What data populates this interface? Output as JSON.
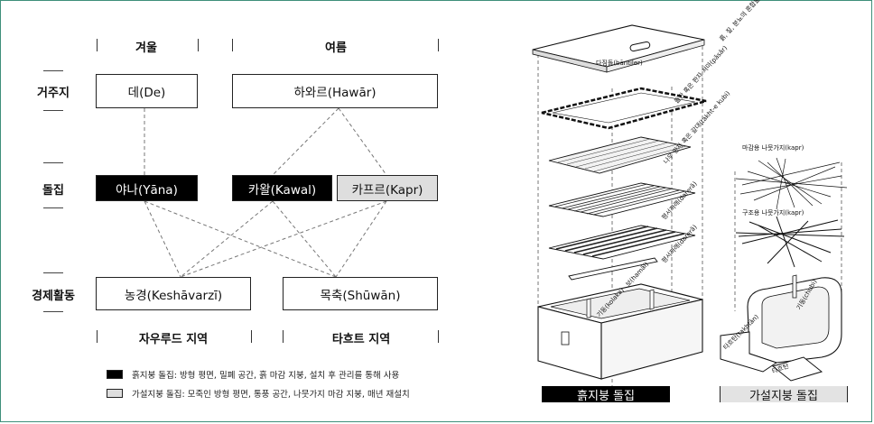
{
  "headers": {
    "winter": "겨울",
    "summer": "여름",
    "region_left": "자우루드 지역",
    "region_right": "타흐트 지역"
  },
  "rows": {
    "residence": "거주지",
    "dwelling": "돌집",
    "economy": "경제활동"
  },
  "boxes": {
    "de": "데(De)",
    "hawar": "하와르(Hawār)",
    "yana": "야나(Yāna)",
    "kawal": "카왈(Kawal)",
    "kapr": "카프르(Kapr)",
    "agriculture": "농경(Keshāvarzī)",
    "pastoral": "목축(Shūwān)"
  },
  "legend": {
    "earth_roof": "흙지붕 돌집: 방형 평면, 밀폐 공간, 흙 마감 지붕, 설치 후 관리를 통해 사용",
    "temp_roof": "가설지붕 돌집: 모죽인 방형 평면, 통풍 공간, 나뭇가지 마감 지붕, 매년 재설치"
  },
  "illustration": {
    "earth_mix": "흙, 짚, 분뇨의 혼합물(gelebān)",
    "roller": "다짐돌(bāntiler)",
    "stone_edge": "돌판 혹은 판자 처마(pāsār)",
    "planks": "나무 판자 혹은 갈대(takht-e kubi)",
    "rafter1": "평서까래(darerā)",
    "rafter2": "평서까래(darerā)",
    "beam": "보(hamāl)",
    "column_left": "기둥(kolaka)",
    "finish_branch": "마감용 나뭇가지(kapr)",
    "struct_branch": "구조용 나뭇가지(kapr)",
    "column_right": "기둥(chubi)",
    "platform": "타흐탄(takhtān)",
    "platform2": "타흐탄",
    "caption_left": "흙지붕 돌집",
    "caption_right": "가설지붕 돌집"
  },
  "colors": {
    "frame": "#3e8f7a",
    "black_box": "#000000",
    "grey_box": "#dedede"
  }
}
